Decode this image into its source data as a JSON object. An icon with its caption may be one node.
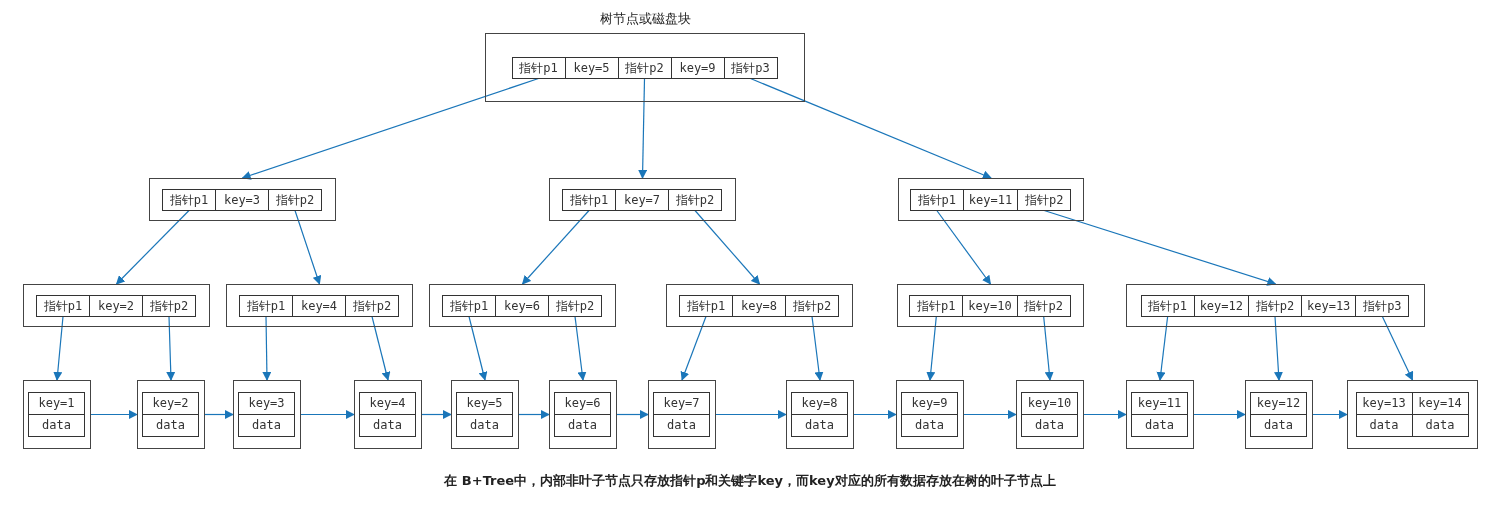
{
  "diagram": {
    "caption": "在 B+Tree中，内部非叶子节点只存放指针p和关键字key，而key对应的所有数据存放在树的叶子节点上",
    "nodes": [
      {
        "text": [
          "树节点或磁盘块"
        ]
      },
      {
        "text": [
          "指针p1"
        ],
        "in": 0
      },
      {
        "text": [
          "key=5"
        ],
        "in": 0
      },
      {
        "text": [
          "指针p2"
        ],
        "in": 0
      },
      {
        "text": [
          "key=9"
        ],
        "in": 0
      },
      {
        "text": [
          "指针p3"
        ],
        "in": 0
      },
      {
        "text": [],
        "shape": "box"
      },
      {
        "text": [
          "指针p1"
        ],
        "in": 6
      },
      {
        "text": [
          "key=3"
        ],
        "in": 6
      },
      {
        "text": [
          "指针p2"
        ],
        "in": 6
      },
      {
        "text": [],
        "shape": "box"
      },
      {
        "text": [
          "指针p1"
        ],
        "in": 10
      },
      {
        "text": [
          "key=7"
        ],
        "in": 10
      },
      {
        "text": [
          "指针p2"
        ],
        "in": 10
      },
      {
        "text": [],
        "shape": "box"
      },
      {
        "text": [
          "指针p1"
        ],
        "in": 14
      },
      {
        "text": [
          "key=11"
        ],
        "in": 14
      },
      {
        "text": [
          "指针p2"
        ],
        "in": 14
      },
      {
        "text": [],
        "shape": "box"
      },
      {
        "text": [
          "指针p1"
        ],
        "in": 18
      },
      {
        "text": [
          "key=2"
        ],
        "in": 18
      },
      {
        "text": [
          "指针p2"
        ],
        "in": 18
      },
      {
        "text": [],
        "shape": "box"
      },
      {
        "text": [
          "指针p1"
        ],
        "in": 22
      },
      {
        "text": [
          "key=4"
        ],
        "in": 22
      },
      {
        "text": [
          "指针p2"
        ],
        "in": 22
      },
      {
        "text": [],
        "shape": "box"
      },
      {
        "text": [
          "指针p1"
        ],
        "in": 26
      },
      {
        "text": [
          "key=6"
        ],
        "in": 26
      },
      {
        "text": [
          "指针p2"
        ],
        "in": 26
      },
      {
        "text": [],
        "shape": "box"
      },
      {
        "text": [
          "指针p1"
        ],
        "in": 30
      },
      {
        "text": [
          "key=8"
        ],
        "in": 30
      },
      {
        "text": [
          "指针p2"
        ],
        "in": 30
      },
      {
        "text": [],
        "shape": "box"
      },
      {
        "text": [
          "指针p1"
        ],
        "in": 34
      },
      {
        "text": [
          "key=10"
        ],
        "in": 34
      },
      {
        "text": [
          "指针p2"
        ],
        "in": 34
      },
      {
        "text": [],
        "shape": "box"
      },
      {
        "text": [
          "指针p1"
        ],
        "in": 38
      },
      {
        "text": [
          "key=12"
        ],
        "in": 38
      },
      {
        "text": [
          "指针p2"
        ],
        "in": 38
      },
      {
        "text": [
          "key=13"
        ],
        "in": 38
      },
      {
        "text": [
          "指针p3"
        ],
        "in": 38
      },
      {
        "text": [],
        "shape": "box"
      },
      {
        "text": [
          "key=1"
        ],
        "in": 44
      },
      {
        "text": [
          "data"
        ],
        "in": 44
      },
      {
        "text": [],
        "shape": "box"
      },
      {
        "text": [
          "key=2"
        ],
        "in": 47
      },
      {
        "text": [
          "data"
        ],
        "in": 47
      },
      {
        "text": [],
        "shape": "box"
      },
      {
        "text": [
          "key=3"
        ],
        "in": 50
      },
      {
        "text": [
          "data"
        ],
        "in": 50
      },
      {
        "text": [],
        "shape": "box"
      },
      {
        "text": [
          "key=4"
        ],
        "in": 53
      },
      {
        "text": [
          "data"
        ],
        "in": 53
      },
      {
        "text": [],
        "shape": "box"
      },
      {
        "text": [
          "key=5"
        ],
        "in": 56
      },
      {
        "text": [
          "data"
        ],
        "in": 56
      },
      {
        "text": [],
        "shape": "box"
      },
      {
        "text": [
          "key=6"
        ],
        "in": 59
      },
      {
        "text": [
          "data"
        ],
        "in": 59
      },
      {
        "text": [],
        "shape": "box"
      },
      {
        "text": [
          "key=7"
        ],
        "in": 62
      },
      {
        "text": [
          "data"
        ],
        "in": 62
      },
      {
        "text": [],
        "shape": "box"
      },
      {
        "text": [
          "key=8"
        ],
        "in": 65
      },
      {
        "text": [
          "data"
        ],
        "in": 65
      },
      {
        "text": [],
        "shape": "box"
      },
      {
        "text": [
          "key=9"
        ],
        "in": 68
      },
      {
        "text": [
          "data"
        ],
        "in": 68
      },
      {
        "text": [],
        "shape": "box"
      },
      {
        "text": [
          "key=10"
        ],
        "in": 71
      },
      {
        "text": [
          "data"
        ],
        "in": 71
      },
      {
        "text": [],
        "shape": "box"
      },
      {
        "text": [
          "key=11"
        ],
        "in": 74
      },
      {
        "text": [
          "data"
        ],
        "in": 74
      },
      {
        "text": [],
        "shape": "box"
      },
      {
        "text": [
          "key=12"
        ],
        "in": 77
      },
      {
        "text": [
          "data"
        ],
        "in": 77
      },
      {
        "text": [],
        "shape": "box"
      },
      {
        "text": [
          "key=13"
        ],
        "in": 80
      },
      {
        "text": [
          "key=14"
        ],
        "in": 80
      },
      {
        "text": [
          "data"
        ],
        "in": 80
      },
      {
        "text": [
          "data"
        ],
        "in": 80
      }
    ],
    "edges": [
      {
        "from": 1,
        "to": 6,
        "arrow": "to"
      },
      {
        "from": 3,
        "to": 10,
        "arrow": "to"
      },
      {
        "from": 5,
        "to": 14,
        "arrow": "to"
      },
      {
        "from": 7,
        "to": 18,
        "arrow": "to"
      },
      {
        "from": 9,
        "to": 22,
        "arrow": "to"
      },
      {
        "from": 11,
        "to": 26,
        "arrow": "to"
      },
      {
        "from": 13,
        "to": 30,
        "arrow": "to"
      },
      {
        "from": 15,
        "to": 34,
        "arrow": "to"
      },
      {
        "from": 17,
        "to": 38,
        "arrow": "to"
      },
      {
        "from": 19,
        "to": 44,
        "arrow": "to"
      },
      {
        "from": 21,
        "to": 47,
        "arrow": "to"
      },
      {
        "from": 23,
        "to": 50,
        "arrow": "to"
      },
      {
        "from": 25,
        "to": 53,
        "arrow": "to"
      },
      {
        "from": 27,
        "to": 56,
        "arrow": "to"
      },
      {
        "from": 29,
        "to": 59,
        "arrow": "to"
      },
      {
        "from": 31,
        "to": 62,
        "arrow": "to"
      },
      {
        "from": 33,
        "to": 65,
        "arrow": "to"
      },
      {
        "from": 35,
        "to": 68,
        "arrow": "to"
      },
      {
        "from": 37,
        "to": 71,
        "arrow": "to"
      },
      {
        "from": 39,
        "to": 74,
        "arrow": "to"
      },
      {
        "from": 41,
        "to": 77,
        "arrow": "to"
      },
      {
        "from": 43,
        "to": 80,
        "arrow": "to"
      },
      {
        "from": 44,
        "to": 47,
        "arrow": "to"
      },
      {
        "from": 47,
        "to": 50,
        "arrow": "to"
      },
      {
        "from": 50,
        "to": 53,
        "arrow": "to"
      },
      {
        "from": 53,
        "to": 56,
        "arrow": "to"
      },
      {
        "from": 56,
        "to": 59,
        "arrow": "to"
      },
      {
        "from": 59,
        "to": 62,
        "arrow": "to"
      },
      {
        "from": 62,
        "to": 65,
        "arrow": "to"
      },
      {
        "from": 65,
        "to": 68,
        "arrow": "to"
      },
      {
        "from": 68,
        "to": 71,
        "arrow": "to"
      },
      {
        "from": 71,
        "to": 74,
        "arrow": "to"
      },
      {
        "from": 74,
        "to": 77,
        "arrow": "to"
      },
      {
        "from": 77,
        "to": 80,
        "arrow": "to"
      }
    ]
  }
}
